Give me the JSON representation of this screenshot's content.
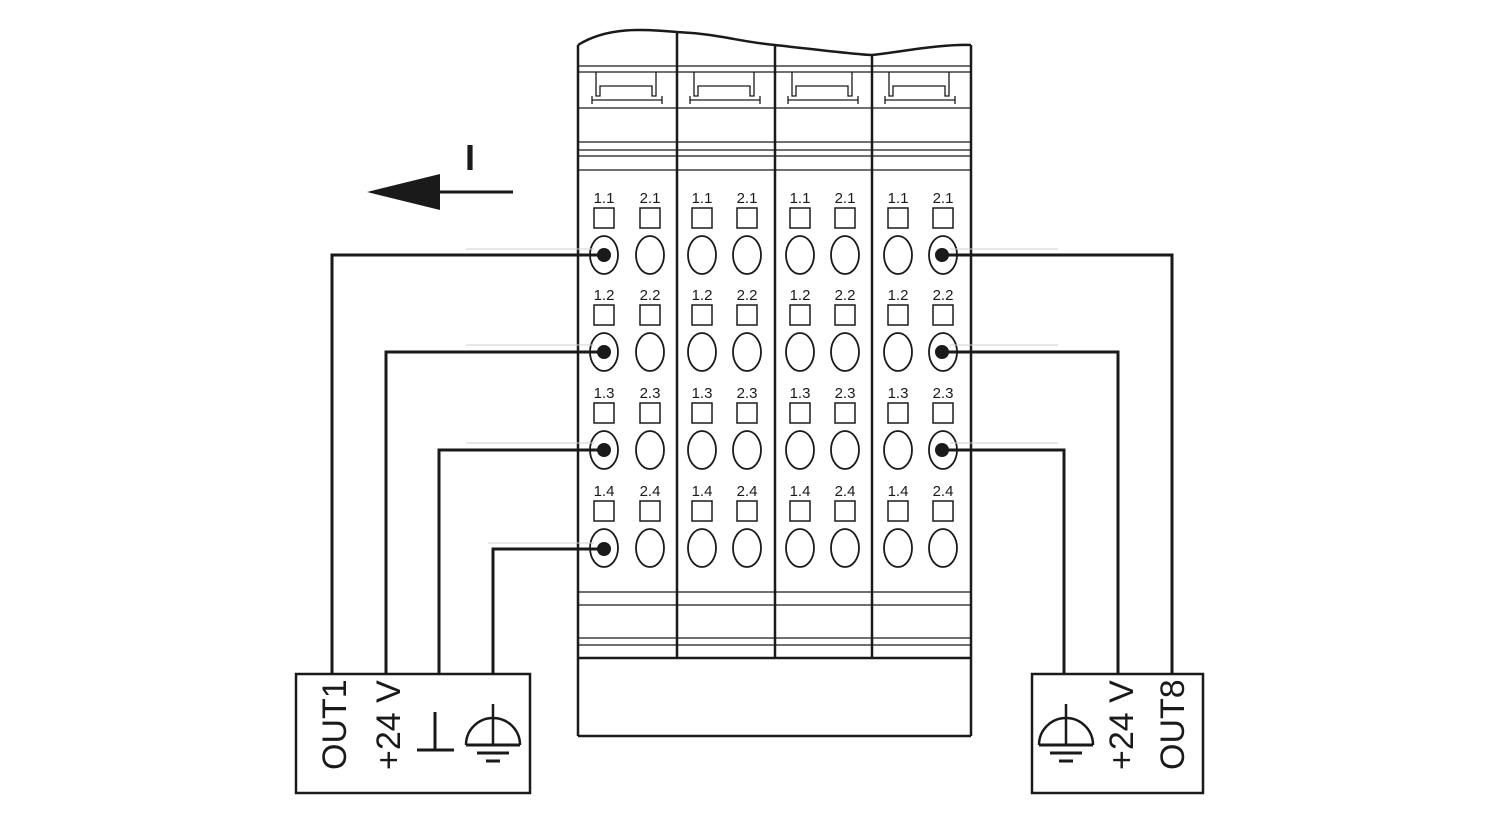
{
  "current_label": "I",
  "module": {
    "channels": [
      {
        "row": 1,
        "left": "1.1",
        "right": "2.1"
      },
      {
        "row": 2,
        "left": "1.2",
        "right": "2.2"
      },
      {
        "row": 3,
        "left": "1.3",
        "right": "2.3"
      },
      {
        "row": 4,
        "left": "1.4",
        "right": "2.4"
      }
    ]
  },
  "left_device": {
    "labels": [
      "OUT1",
      "+24 V"
    ],
    "symbols": [
      "functional-ground-icon",
      "protective-earth-icon"
    ]
  },
  "right_device": {
    "labels": [
      "+24 V",
      "OUT8"
    ],
    "symbols": [
      "protective-earth-icon"
    ]
  }
}
